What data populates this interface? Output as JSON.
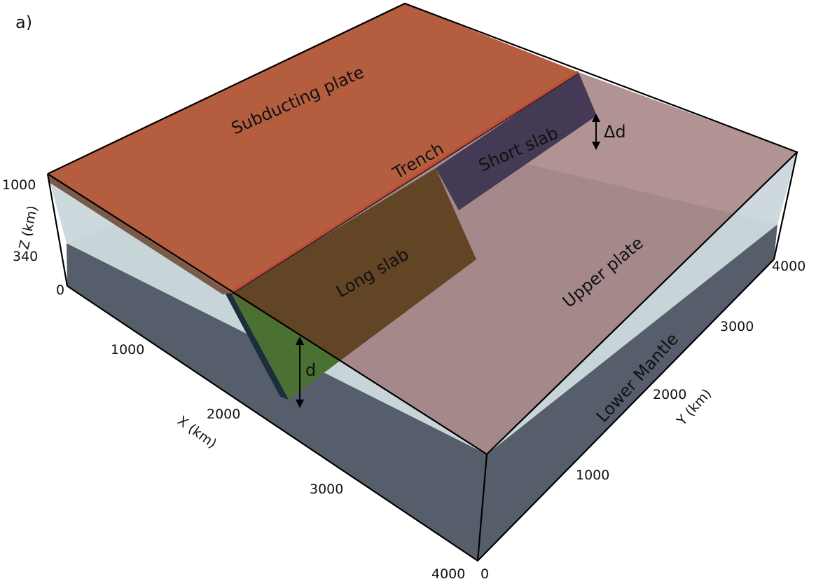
{
  "panel_label": "a)",
  "labels": {
    "subducting_plate": "Subducting plate",
    "trench": "Trench",
    "short_slab": "Short slab",
    "long_slab": "Long slab",
    "upper_plate": "Upper plate",
    "lower_mantle": "Lower Mantle",
    "delta_d": "Δd",
    "d": "d"
  },
  "axes": {
    "z": {
      "label": "Z (km)",
      "ticks": [
        "1000",
        "340",
        "0"
      ]
    },
    "x": {
      "label": "X (km)",
      "ticks": [
        "1000",
        "2000",
        "3000",
        "4000"
      ]
    },
    "y": {
      "label": "Y (km)",
      "ticks": [
        "0",
        "1000",
        "2000",
        "3000",
        "4000"
      ]
    }
  },
  "colors": {
    "subducting_plate": "#b55e3f",
    "trench": "#c04a38",
    "short_slab": "#443a55",
    "long_slab": "#5c3f1c",
    "slab_tip": "#4a7032",
    "upper_plate": "#9c7474",
    "upper_mantle": "#c2d0d4",
    "lower_mantle": "#555e6a"
  }
}
